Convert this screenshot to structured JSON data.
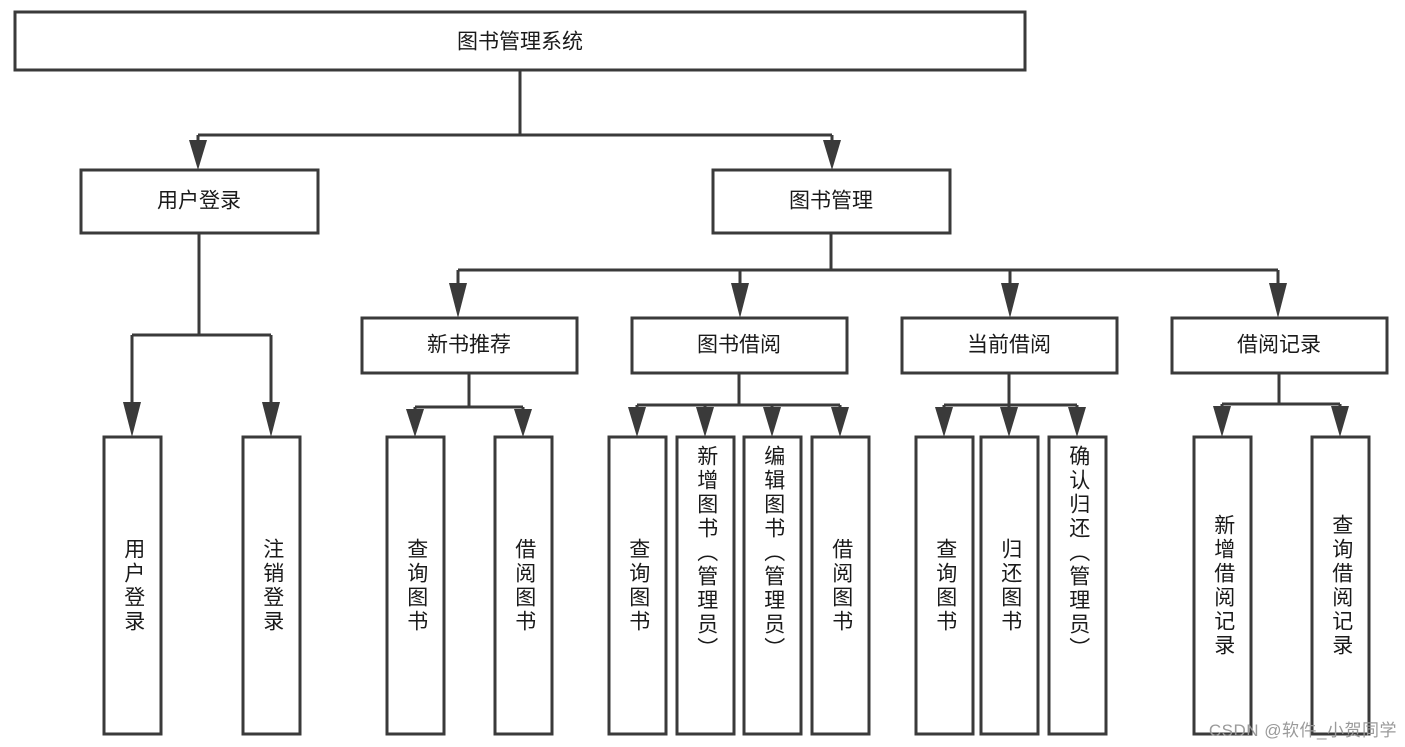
{
  "diagram": {
    "title": "图书管理系统",
    "watermark": "CSDN @软件_小贺同学",
    "colors": {
      "box_stroke": "#3a3a3a",
      "box_fill": "#ffffff",
      "connector": "#3a3a3a",
      "text": "#1a1a1a",
      "watermark": "#9a9a9a",
      "background": "#ffffff"
    },
    "root": {
      "id": "root",
      "label": "图书管理系统",
      "orientation": "horizontal"
    },
    "level1": [
      {
        "id": "user-login",
        "label": "用户登录",
        "orientation": "horizontal"
      },
      {
        "id": "book-management",
        "label": "图书管理",
        "orientation": "horizontal"
      }
    ],
    "level2": [
      {
        "id": "new-book-recommend",
        "label": "新书推荐",
        "parent": "book-management",
        "orientation": "horizontal"
      },
      {
        "id": "book-borrow",
        "label": "图书借阅",
        "parent": "book-management",
        "orientation": "horizontal"
      },
      {
        "id": "current-borrow",
        "label": "当前借阅",
        "parent": "book-management",
        "orientation": "horizontal"
      },
      {
        "id": "borrow-record",
        "label": "借阅记录",
        "parent": "book-management",
        "orientation": "horizontal"
      }
    ],
    "leaves": [
      {
        "id": "leaf-user-login",
        "label": "用户登录",
        "parent": "user-login",
        "orientation": "vertical"
      },
      {
        "id": "leaf-logout-login",
        "label": "注销登录",
        "parent": "user-login",
        "orientation": "vertical"
      },
      {
        "id": "leaf-query-book-1",
        "label": "查询图书",
        "parent": "new-book-recommend",
        "orientation": "vertical"
      },
      {
        "id": "leaf-borrow-book-1",
        "label": "借阅图书",
        "parent": "new-book-recommend",
        "orientation": "vertical"
      },
      {
        "id": "leaf-query-book-2",
        "label": "查询图书",
        "parent": "book-borrow",
        "orientation": "vertical"
      },
      {
        "id": "leaf-add-book-admin",
        "label": "新增图书（管理员）",
        "parent": "book-borrow",
        "orientation": "vertical"
      },
      {
        "id": "leaf-edit-book-admin",
        "label": "编辑图书（管理员）",
        "parent": "book-borrow",
        "orientation": "vertical"
      },
      {
        "id": "leaf-borrow-book-2",
        "label": "借阅图书",
        "parent": "book-borrow",
        "orientation": "vertical"
      },
      {
        "id": "leaf-query-book-3",
        "label": "查询图书",
        "parent": "current-borrow",
        "orientation": "vertical"
      },
      {
        "id": "leaf-return-book",
        "label": "归还图书",
        "parent": "current-borrow",
        "orientation": "vertical"
      },
      {
        "id": "leaf-confirm-return-admin",
        "label": "确认归还（管理员）",
        "parent": "current-borrow",
        "orientation": "vertical"
      },
      {
        "id": "leaf-add-borrow-record",
        "label": "新增借阅记录",
        "parent": "borrow-record",
        "orientation": "vertical"
      },
      {
        "id": "leaf-query-borrow-record",
        "label": "查询借阅记录",
        "parent": "borrow-record",
        "orientation": "vertical"
      }
    ]
  },
  "chart_data": {
    "type": "tree-diagram",
    "title": "图书管理系统",
    "nodes": [
      {
        "id": "root",
        "label": "图书管理系统",
        "level": 0,
        "parent": null
      },
      {
        "id": "user-login",
        "label": "用户登录",
        "level": 1,
        "parent": "root"
      },
      {
        "id": "book-management",
        "label": "图书管理",
        "level": 1,
        "parent": "root"
      },
      {
        "id": "leaf-user-login",
        "label": "用户登录",
        "level": 2,
        "parent": "user-login"
      },
      {
        "id": "leaf-logout-login",
        "label": "注销登录",
        "level": 2,
        "parent": "user-login"
      },
      {
        "id": "new-book-recommend",
        "label": "新书推荐",
        "level": 2,
        "parent": "book-management"
      },
      {
        "id": "book-borrow",
        "label": "图书借阅",
        "level": 2,
        "parent": "book-management"
      },
      {
        "id": "current-borrow",
        "label": "当前借阅",
        "level": 2,
        "parent": "book-management"
      },
      {
        "id": "borrow-record",
        "label": "借阅记录",
        "level": 2,
        "parent": "book-management"
      },
      {
        "id": "leaf-query-book-1",
        "label": "查询图书",
        "level": 3,
        "parent": "new-book-recommend"
      },
      {
        "id": "leaf-borrow-book-1",
        "label": "借阅图书",
        "level": 3,
        "parent": "new-book-recommend"
      },
      {
        "id": "leaf-query-book-2",
        "label": "查询图书",
        "level": 3,
        "parent": "book-borrow"
      },
      {
        "id": "leaf-add-book-admin",
        "label": "新增图书（管理员）",
        "level": 3,
        "parent": "book-borrow"
      },
      {
        "id": "leaf-edit-book-admin",
        "label": "编辑图书（管理员）",
        "level": 3,
        "parent": "book-borrow"
      },
      {
        "id": "leaf-borrow-book-2",
        "label": "借阅图书",
        "level": 3,
        "parent": "book-borrow"
      },
      {
        "id": "leaf-query-book-3",
        "label": "查询图书",
        "level": 3,
        "parent": "current-borrow"
      },
      {
        "id": "leaf-return-book",
        "label": "归还图书",
        "level": 3,
        "parent": "current-borrow"
      },
      {
        "id": "leaf-confirm-return-admin",
        "label": "确认归还（管理员）",
        "level": 3,
        "parent": "current-borrow"
      },
      {
        "id": "leaf-add-borrow-record",
        "label": "新增借阅记录",
        "level": 3,
        "parent": "borrow-record"
      },
      {
        "id": "leaf-query-borrow-record",
        "label": "查询借阅记录",
        "level": 3,
        "parent": "borrow-record"
      }
    ],
    "edge_style": "orthogonal-with-arrowheads",
    "layout": "top-down hierarchy"
  }
}
